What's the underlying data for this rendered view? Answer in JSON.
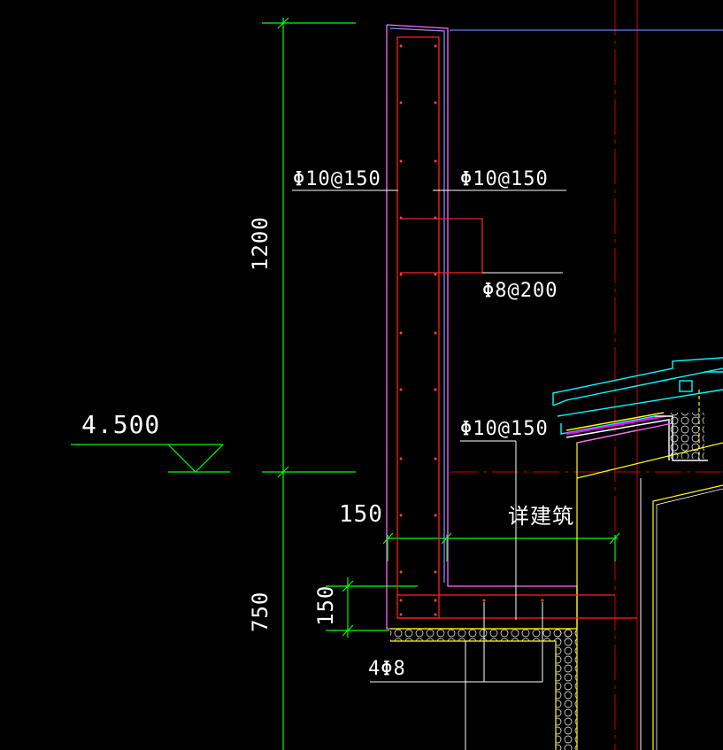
{
  "drawing": {
    "elevation_label": "4.500",
    "dimensions": {
      "parapet_height": "1200",
      "lower_height": "750",
      "wall_thickness": "150",
      "slab_thickness": "150"
    },
    "rebar": {
      "outer_vertical": "Φ10@150",
      "inner_vertical": "Φ10@150",
      "horizontal_tie": "Φ8@200",
      "inner_vertical_lower": "Φ10@150",
      "longitudinal_bars": "4Φ8"
    },
    "notes": {
      "see_architecture": "详建筑"
    },
    "colors": {
      "background": "#000000",
      "dimension": "#00ff00",
      "text": "#ffffff",
      "concrete_outline": "#ff00ff",
      "rebar": "#ff2020",
      "axis": "#ff0000",
      "insulation": "#ffff00",
      "roof_tile": "#00ffff",
      "finish": "#ffffff"
    }
  }
}
